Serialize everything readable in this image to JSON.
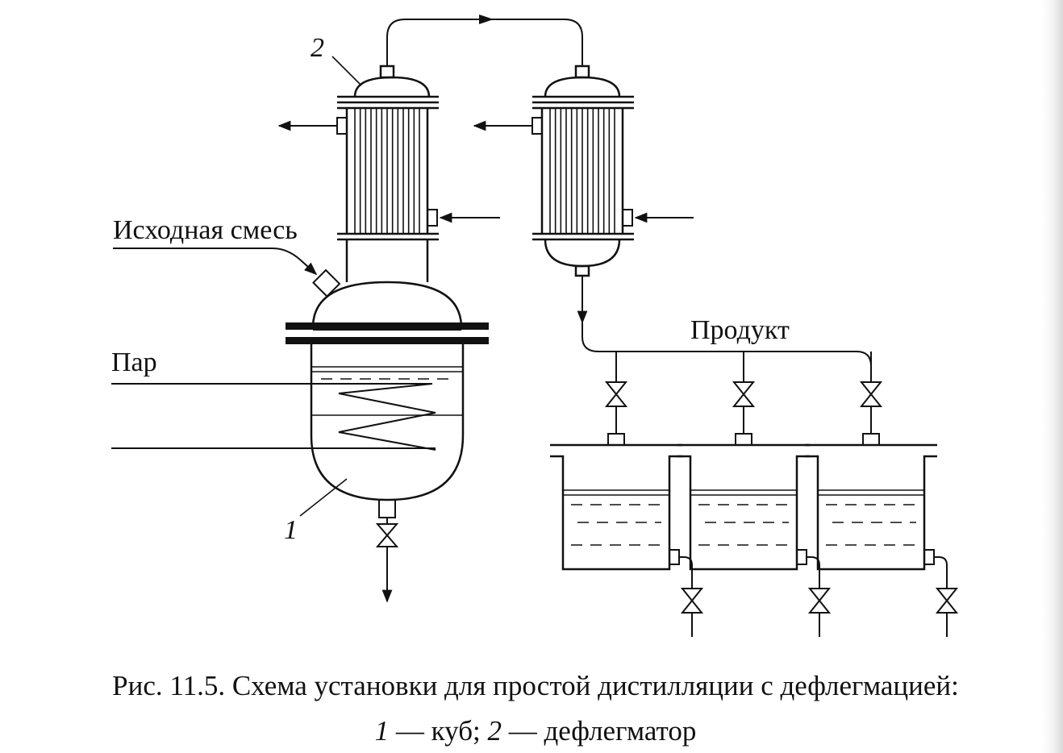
{
  "labels": {
    "feed": "Исходная смесь",
    "steam": "Пар",
    "product": "Продукт",
    "num_1": "1",
    "num_2": "2"
  },
  "caption": {
    "line1": "Рис. 11.5. Схема установки для простой дистилляции с дефлегмацией:",
    "line2_n1": "1",
    "line2_t1": " — куб; ",
    "line2_n2": "2",
    "line2_t2": " — дефлегматор"
  }
}
